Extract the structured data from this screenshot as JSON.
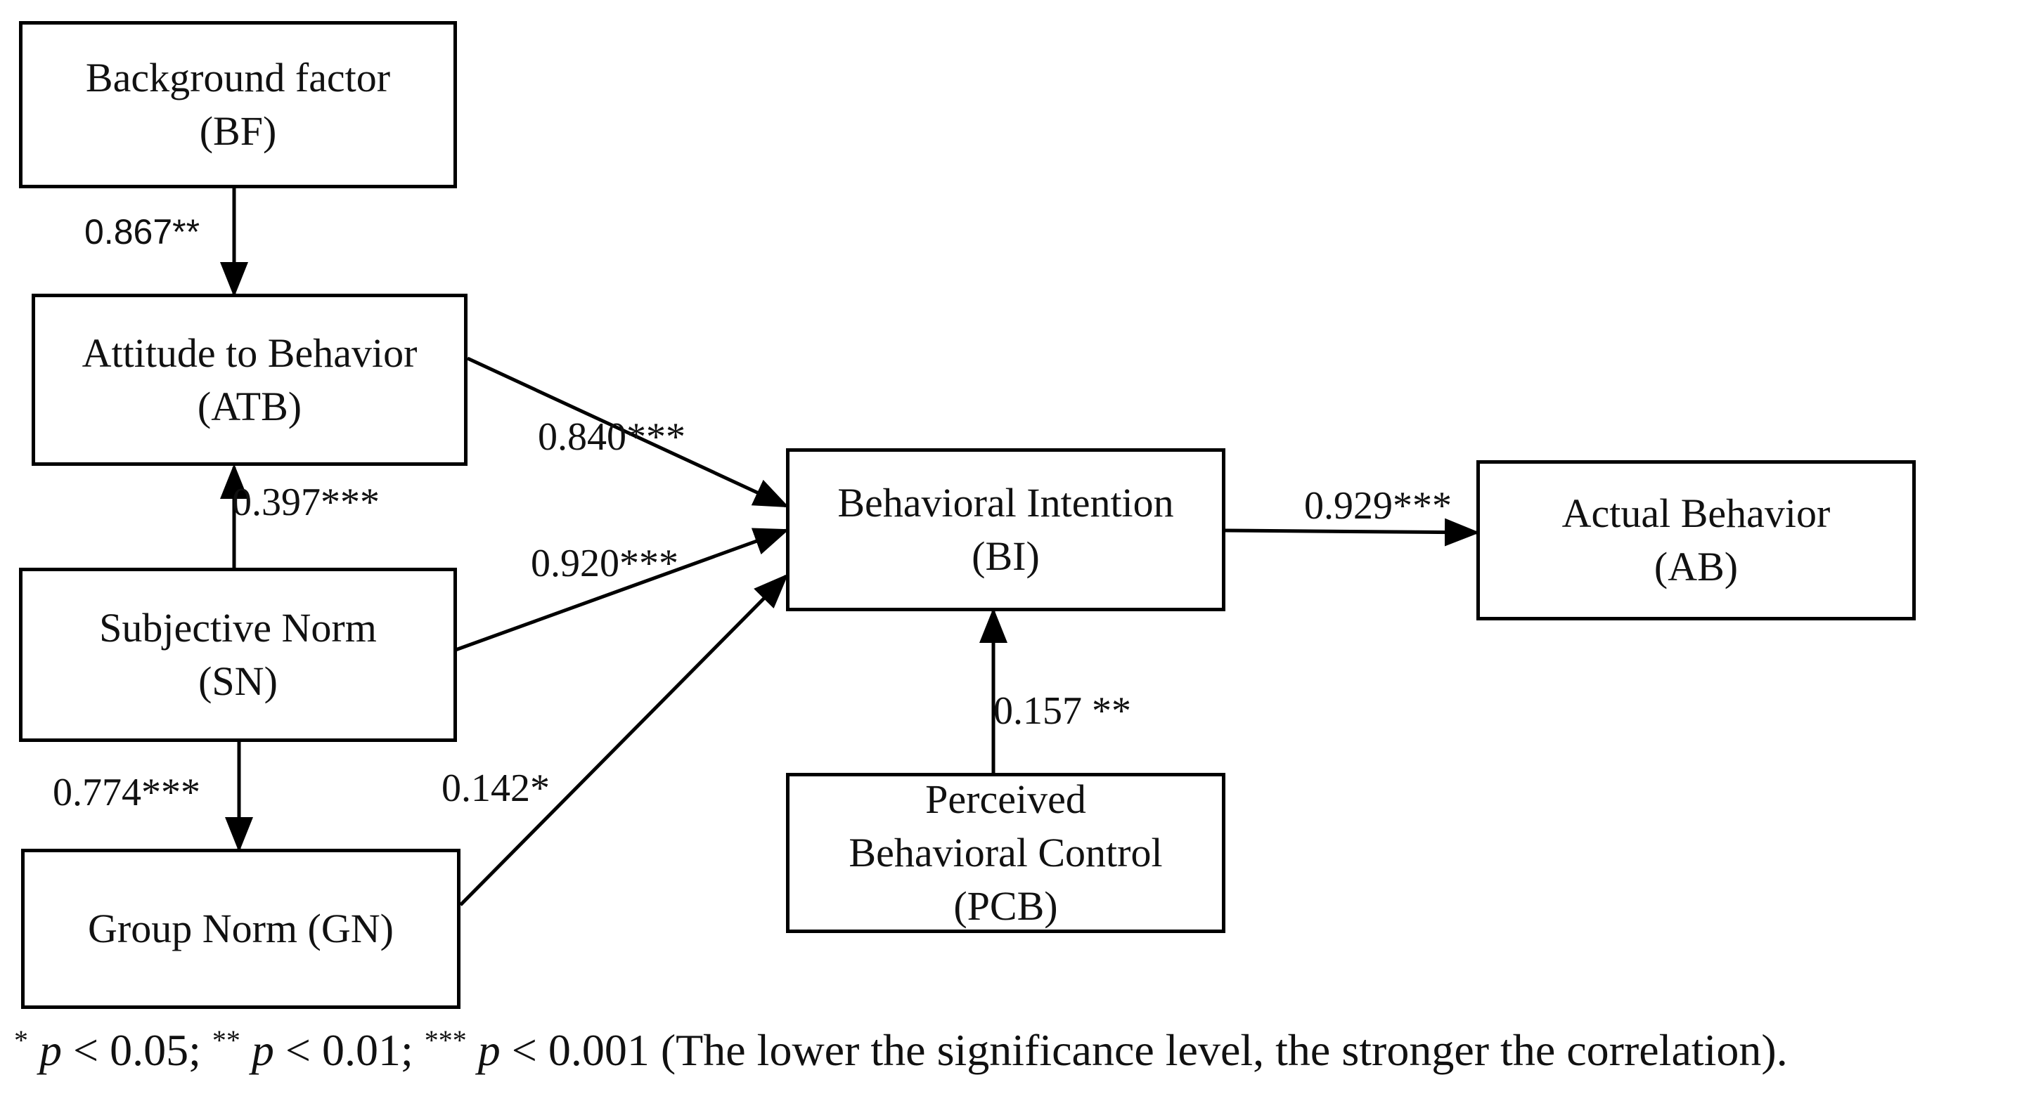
{
  "nodes": {
    "bf": {
      "lines": [
        "Background factor",
        "(BF)"
      ]
    },
    "atb": {
      "lines": [
        "Attitude to Behavior",
        "(ATB)"
      ]
    },
    "sn": {
      "lines": [
        "Subjective Norm",
        "(SN)"
      ]
    },
    "gn": {
      "lines": [
        "Group Norm (GN)"
      ]
    },
    "bi": {
      "lines": [
        "Behavioral Intention",
        "(BI)"
      ]
    },
    "ab": {
      "lines": [
        "Actual Behavior",
        "(AB)"
      ]
    },
    "pcb": {
      "lines": [
        "Perceived",
        "Behavioral Control",
        "(PCB)"
      ]
    }
  },
  "edges": [
    {
      "id": "bf-atb",
      "from": "bf",
      "to": "atb",
      "label": "0.867**"
    },
    {
      "id": "sn-atb",
      "from": "sn",
      "to": "atb",
      "label": "0.397***"
    },
    {
      "id": "atb-bi",
      "from": "atb",
      "to": "bi",
      "label": "0.840***"
    },
    {
      "id": "sn-bi",
      "from": "sn",
      "to": "bi",
      "label": "0.920***"
    },
    {
      "id": "gn-bi",
      "from": "gn",
      "to": "bi",
      "label": "0.142*"
    },
    {
      "id": "sn-gn",
      "from": "sn",
      "to": "gn",
      "label": "0.774***"
    },
    {
      "id": "pcb-bi",
      "from": "pcb",
      "to": "bi",
      "label": "0.157 **"
    },
    {
      "id": "bi-ab",
      "from": "bi",
      "to": "ab",
      "label": "0.929***"
    }
  ],
  "footnote": {
    "star1": "*",
    "p1": "p",
    "t1": " < 0.05; ",
    "star2": "**",
    "p2": "p",
    "t2": " < 0.01; ",
    "star3": "***",
    "p3": "p",
    "t3": " < 0.001 (The lower the significance level, the stronger the correlation)."
  }
}
